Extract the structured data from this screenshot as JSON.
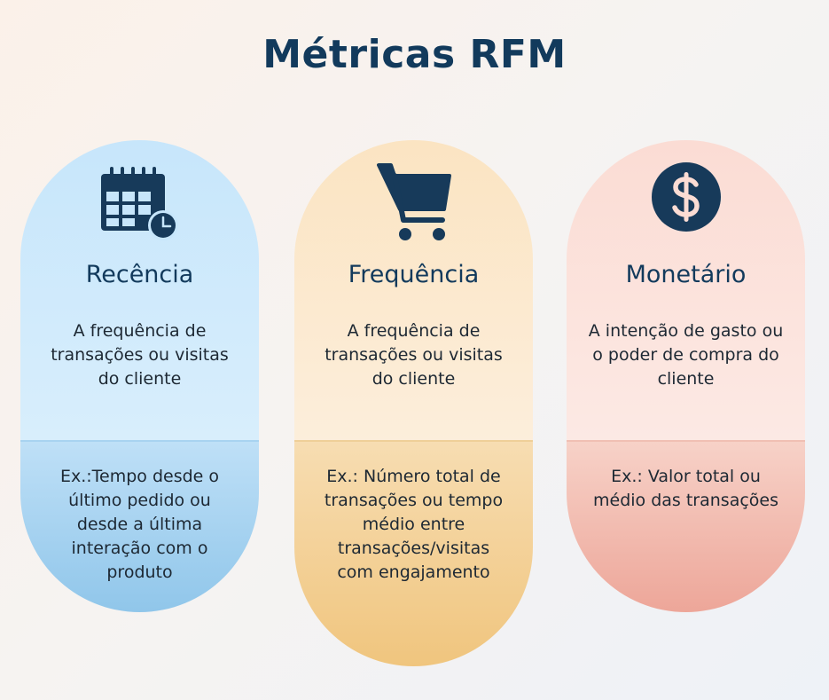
{
  "title": "Métricas RFM",
  "cards": [
    {
      "title": "Recência",
      "description": "A frequência de\ntransações ou visitas\ndo cliente",
      "example": "Ex.:Tempo desde o\núltimo pedido ou\ndesde a última\ninteração com o\nproduto",
      "icon": "calendar-clock-icon"
    },
    {
      "title": "Frequência",
      "description": "A frequência de\ntransações ou visitas\ndo cliente",
      "example": "Ex.: Número total de\ntransações ou tempo\nmédio entre\ntransações/visitas\ncom engajamento",
      "icon": "shopping-cart-icon"
    },
    {
      "title": "Monetário",
      "description": "A intenção de gasto ou\no poder de compra do\ncliente",
      "example": "Ex.: Valor total ou\nmédio das transações",
      "icon": "dollar-coin-icon"
    }
  ],
  "colors": {
    "title": "#123a5c",
    "icon": "#173a5a",
    "recencia": "#c7e6fb",
    "frequencia": "#fbe4c2",
    "monetario": "#fbdcd4"
  }
}
